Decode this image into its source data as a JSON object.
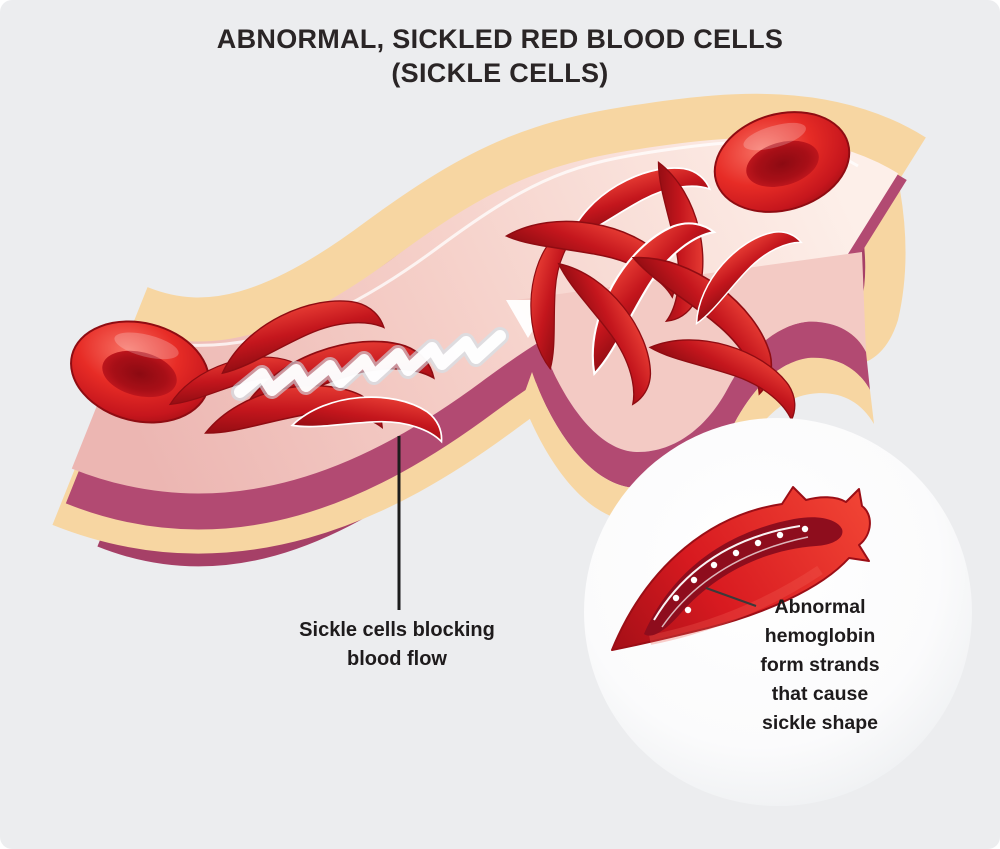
{
  "title": {
    "line1": "ABNORMAL, SICKLED RED BLOOD CELLS",
    "line2": "(SICKLE CELLS)"
  },
  "annotations": {
    "blocking_label": {
      "lines": [
        "Sickle cells blocking",
        "blood flow"
      ]
    },
    "inset_label": {
      "lines": [
        "Abnormal",
        "hemoglobin",
        "form strands",
        "that cause",
        "sickle shape"
      ]
    }
  },
  "figure_parts": [
    "blood-vessel-cutaway",
    "normal-red-blood-cell",
    "sickle-cells",
    "blood-flow-arrow",
    "magnified-sickle-cell-inset"
  ],
  "colors": {
    "background": "#ecedef",
    "text": "#231f20",
    "cell_red": "#e8251f",
    "cell_dark_red": "#8f0c12",
    "vessel_wall": "#f7d6a2",
    "vessel_lining": "#b24a72",
    "vessel_underside": "#a64067",
    "vessel_lumen_light": "#fdefe9",
    "vessel_lumen_dark": "#ecb6b2",
    "arrow_white": "#ffffff",
    "inset_strand_band": "#8e0d1d"
  }
}
